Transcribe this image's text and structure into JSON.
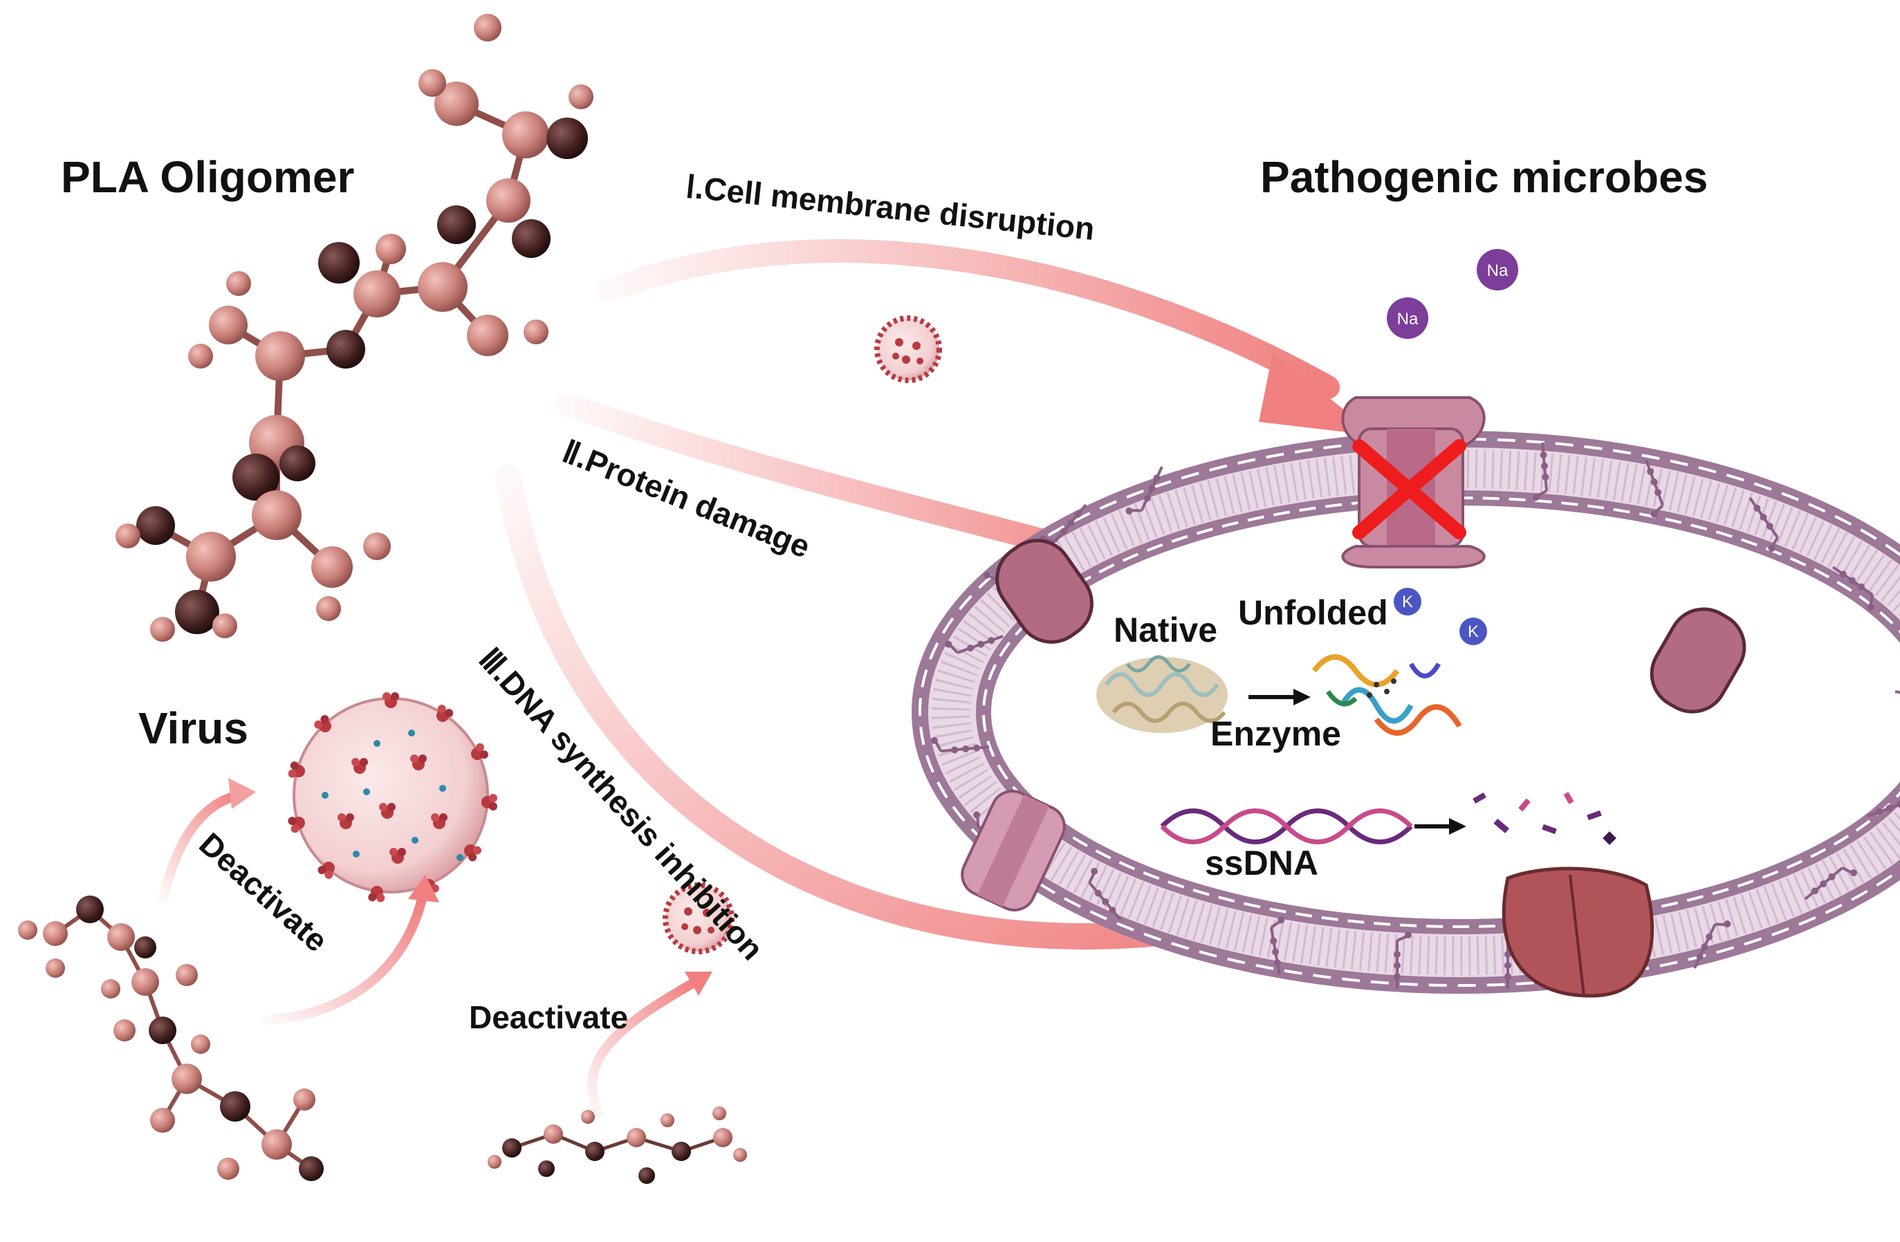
{
  "titles": {
    "oligomer": "PLA Oligomer",
    "microbes": "Pathogenic microbes",
    "virus": "Virus"
  },
  "mechanisms": {
    "membrane": "Ⅰ.Cell membrane disruption",
    "protein": "Ⅱ.Protein damage",
    "dna": "Ⅲ.DNA synthesis inhibition"
  },
  "actions": {
    "deactivate_1": "Deactivate",
    "deactivate_2": "Deactivate"
  },
  "cell": {
    "native": "Native",
    "unfolded": "Unfolded",
    "enzyme": "Enzyme",
    "ssdna": "ssDNA",
    "ions": [
      "Na",
      "Na",
      "K",
      "K"
    ]
  },
  "colors": {
    "arrow": "#f07f7f",
    "membrane": "#9d7898",
    "membrane_light": "#d7bfd3",
    "channel": "#c98aa1",
    "block_x": "#ee1c1c",
    "virus": "#b83a3f",
    "atom": "#c98079",
    "atom_dark": "#4a2424",
    "ion": "#7d3d9a",
    "ion_k": "#4b55c4"
  }
}
